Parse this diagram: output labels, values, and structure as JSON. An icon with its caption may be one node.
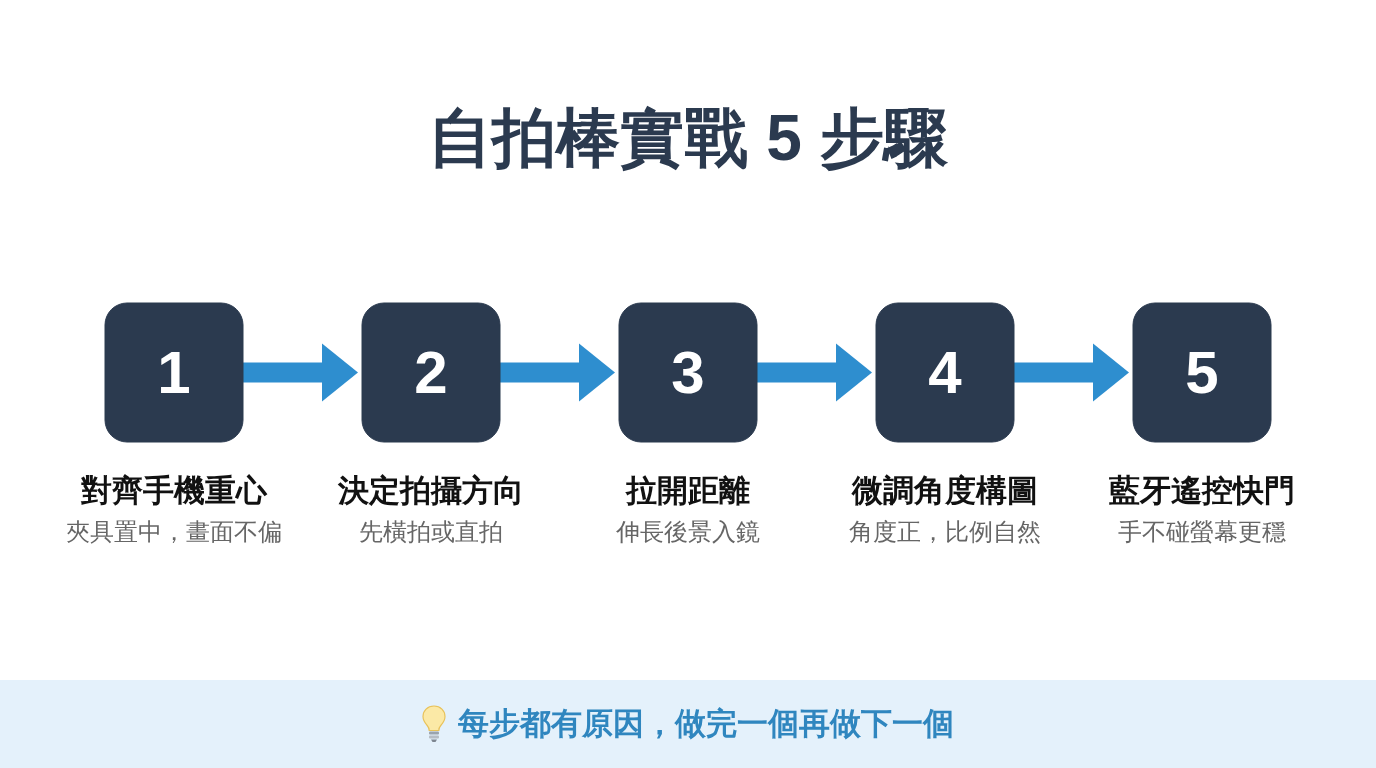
{
  "diagram": {
    "title": "自拍棒實戰 5 步驟",
    "nodes": [
      {
        "text": [
          "1"
        ],
        "beside": [
          "對齊手機重心",
          "夾具置中，畫面不偏"
        ]
      },
      {
        "text": [
          "2"
        ],
        "beside": [
          "決定拍攝方向",
          "先橫拍或直拍"
        ]
      },
      {
        "text": [
          "3"
        ],
        "beside": [
          "拉開距離",
          "伸長後景入鏡"
        ]
      },
      {
        "text": [
          "4"
        ],
        "beside": [
          "微調角度構圖",
          "角度正，比例自然"
        ]
      },
      {
        "text": [
          "5"
        ],
        "beside": [
          "藍牙遙控快門",
          "手不碰螢幕更穩"
        ]
      }
    ],
    "edges": [
      {
        "from": 0,
        "to": 1,
        "arrow": "to"
      },
      {
        "from": 1,
        "to": 2,
        "arrow": "to"
      },
      {
        "from": 2,
        "to": 3,
        "arrow": "to"
      },
      {
        "from": 3,
        "to": 4,
        "arrow": "to"
      }
    ],
    "caption": "每步都有原因，做完一個再做下一個"
  }
}
